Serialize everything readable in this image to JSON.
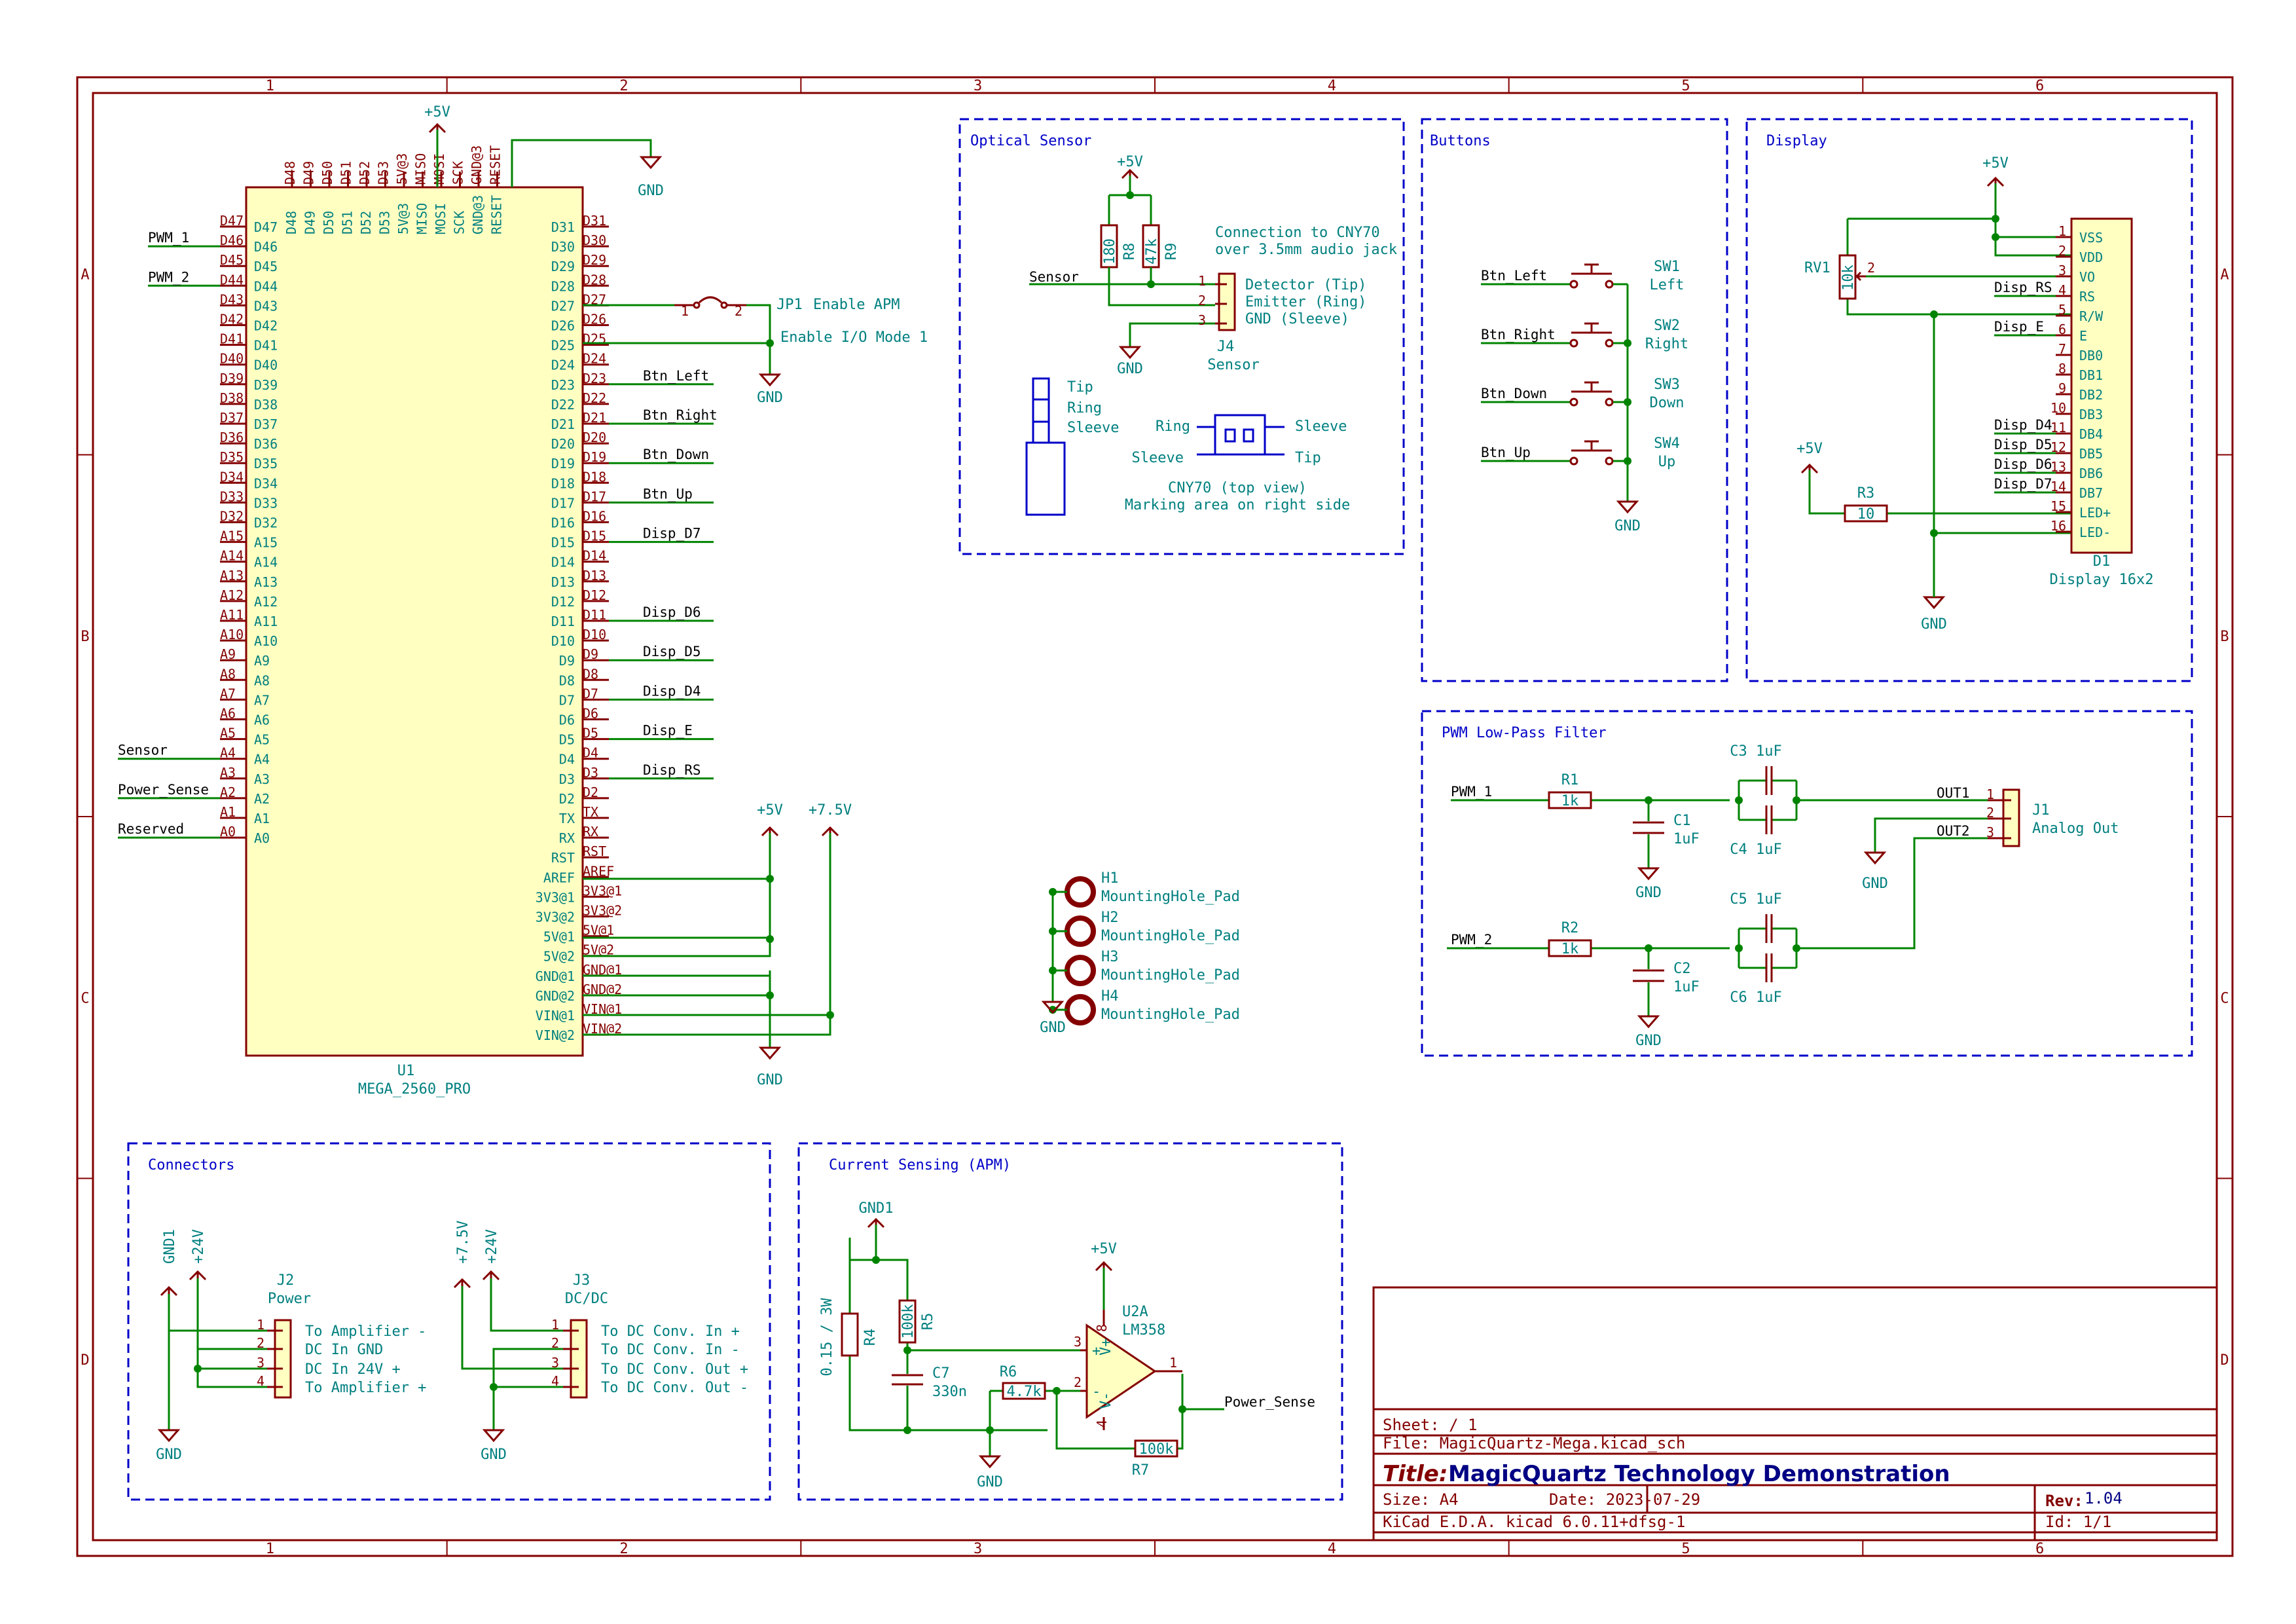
{
  "sheet": {
    "col_labels": [
      "1",
      "2",
      "3",
      "4",
      "5",
      "6"
    ],
    "row_labels": [
      "A",
      "B",
      "C",
      "D"
    ]
  },
  "title_block": {
    "sheet_label": "Sheet: / 1",
    "sheet_path": "/",
    "file_label": "File: MagicQuartz-Mega.kicad_sch",
    "title_label": "Title:",
    "title": "MagicQuartz Technology Demonstration",
    "size": "Size: A4",
    "date": "Date: 2023-07-29",
    "rev_label": "Rev:",
    "rev": "1.04",
    "tool": "KiCad E.D.A.  kicad 6.0.11+dfsg-1",
    "id": "Id: 1/1"
  },
  "mcu": {
    "ref": "U1",
    "value": "MEGA_2560_PRO",
    "top_pins": [
      "D48",
      "D49",
      "D50",
      "D51",
      "D52",
      "D53",
      "5V@3",
      "5V@3",
      "MISO",
      "MOSI",
      "SCK",
      "GND@3",
      "GND@3",
      "RESET"
    ],
    "top_pin_labels": [
      "D48",
      "D49",
      "D50",
      "D51",
      "D52",
      "D53",
      "5V@3",
      "MISO",
      "MOSI",
      "SCK",
      "GND@3",
      "RESET"
    ],
    "left_pins": [
      "D47",
      "D46",
      "D45",
      "D44",
      "D43",
      "D42",
      "D41",
      "D40",
      "D39",
      "D38",
      "D37",
      "D36",
      "D35",
      "D34",
      "D33",
      "D32",
      "A15",
      "A14",
      "A13",
      "A12",
      "A11",
      "A10",
      "A9",
      "A8",
      "A7",
      "A6",
      "A5",
      "A4",
      "A3",
      "A2",
      "A1",
      "A0"
    ],
    "right_pins": [
      "D31",
      "D30",
      "D29",
      "D28",
      "D27",
      "D26",
      "D25",
      "D24",
      "D23",
      "D22",
      "D21",
      "D20",
      "D19",
      "D18",
      "D17",
      "D16",
      "D15",
      "D14",
      "D13",
      "D12",
      "D11",
      "D10",
      "D9",
      "D8",
      "D7",
      "D6",
      "D5",
      "D4",
      "D3",
      "D2",
      "TX",
      "RX",
      "RST",
      "AREF",
      "3V3@1",
      "3V3@2",
      "5V@1",
      "5V@2",
      "GND@1",
      "GND@2",
      "VIN@1",
      "VIN@2"
    ],
    "left_nets": {
      "D46": "PWM_1",
      "D44": "PWM_2",
      "A4": "Sensor",
      "A2": "Power_Sense",
      "A0": "Reserved"
    },
    "right_nets": {
      "D23": "Btn_Left",
      "D21": "Btn_Right",
      "D19": "Btn_Down",
      "D17": "Btn_Up",
      "D15": "Disp_D7",
      "D11": "Disp_D6",
      "D9": "Disp_D5",
      "D7": "Disp_D4",
      "D5": "Disp_E",
      "D3": "Disp_RS"
    },
    "power_top": "+5V",
    "gnd": "GND",
    "jp1": {
      "ref": "JP1",
      "label": "Enable APM",
      "pin1": "1",
      "pin2": "2"
    },
    "io_mode_label": "Enable I/O Mode 1",
    "pwr_5v": "+5V",
    "pwr_75v": "+7.5V"
  },
  "optical": {
    "title": "Optical Sensor",
    "pwr": "+5V",
    "gnd": "GND",
    "r_refs": [
      "R8",
      "R9"
    ],
    "r_values": [
      "180",
      "47k"
    ],
    "net": "Sensor",
    "connector_ref": "J4",
    "connector_value": "Sensor",
    "pins": [
      "1",
      "2",
      "3"
    ],
    "pin_descs": [
      "Detector (Tip)",
      "Emitter (Ring)",
      "GND (Sleeve)"
    ],
    "connection_note": [
      "Connection to CNY70",
      "over 3.5mm audio jack"
    ],
    "jack_labels": [
      "Tip",
      "Ring",
      "Sleeve"
    ],
    "cny_left": [
      "Ring",
      "Sleeve"
    ],
    "cny_right": [
      "Sleeve",
      "Tip"
    ],
    "cny_note": [
      "CNY70 (top view)",
      "Marking area on right side"
    ]
  },
  "buttons": {
    "title": "Buttons",
    "items": [
      {
        "net": "Btn_Left",
        "ref": "SW1",
        "name": "Left"
      },
      {
        "net": "Btn_Right",
        "ref": "SW2",
        "name": "Right"
      },
      {
        "net": "Btn_Down",
        "ref": "SW3",
        "name": "Down"
      },
      {
        "net": "Btn_Up",
        "ref": "SW4",
        "name": "Up"
      }
    ],
    "gnd": "GND"
  },
  "display": {
    "title": "Display",
    "pwr": "+5V",
    "pwr2": "+5V",
    "gnd": "GND",
    "rv_ref": "RV1",
    "rv_value": "10k",
    "rv_pin": "2",
    "r_ref": "R3",
    "r_value": "10",
    "ref": "D1",
    "value": "Display 16x2",
    "pin_nums": [
      "1",
      "2",
      "3",
      "4",
      "5",
      "6",
      "7",
      "8",
      "9",
      "10",
      "11",
      "12",
      "13",
      "14",
      "15",
      "16"
    ],
    "pin_names": [
      "VSS",
      "VDD",
      "VO",
      "RS",
      "R/W",
      "E",
      "DB0",
      "DB1",
      "DB2",
      "DB3",
      "DB4",
      "DB5",
      "DB6",
      "DB7",
      "LED+",
      "LED-"
    ],
    "nets": {
      "4": "Disp_RS",
      "6": "Disp_E",
      "11": "Disp_D4",
      "12": "Disp_D5",
      "13": "Disp_D6",
      "14": "Disp_D7"
    }
  },
  "mounting": {
    "items": [
      {
        "ref": "H1",
        "value": "MountingHole_Pad"
      },
      {
        "ref": "H2",
        "value": "MountingHole_Pad"
      },
      {
        "ref": "H3",
        "value": "MountingHole_Pad"
      },
      {
        "ref": "H4",
        "value": "MountingHole_Pad"
      }
    ],
    "gnd": "GND"
  },
  "filter": {
    "title": "PWM Low-Pass Filter",
    "in1": "PWM_1",
    "in2": "PWM_2",
    "r1": {
      "ref": "R1",
      "value": "1k"
    },
    "r2": {
      "ref": "R2",
      "value": "1k"
    },
    "c1": {
      "ref": "C1",
      "value": "1uF"
    },
    "c2": {
      "ref": "C2",
      "value": "1uF"
    },
    "c3": "C3 1uF",
    "c4": "C4 1uF",
    "c5": "C5 1uF",
    "c6": "C6 1uF",
    "out1": "OUT1",
    "out2": "OUT2",
    "j_ref": "J1",
    "j_value": "Analog Out",
    "pins": [
      "1",
      "2",
      "3"
    ],
    "gnd": "GND"
  },
  "connectors": {
    "title": "Connectors",
    "j2": {
      "ref": "J2",
      "value": "Power",
      "pwr_a": "GND1",
      "pwr_b": "+24V",
      "gnd": "GND",
      "pins": [
        "1",
        "2",
        "3",
        "4"
      ],
      "descs": [
        "To Amplifier -",
        "DC In GND",
        "DC In 24V +",
        "To Amplifier +"
      ]
    },
    "j3": {
      "ref": "J3",
      "value": "DC/DC",
      "pwr_a": "+7.5V",
      "pwr_b": "+24V",
      "gnd": "GND",
      "pins": [
        "1",
        "2",
        "3",
        "4"
      ],
      "descs": [
        "To DC Conv. In +",
        "To DC Conv. In -",
        "To DC Conv. Out +",
        "To DC Conv. Out -"
      ]
    }
  },
  "current": {
    "title": "Current Sensing (APM)",
    "gnd1": "GND1",
    "gnd": "GND",
    "pwr": "+5V",
    "r4": {
      "ref": "R4",
      "value": "0.15 / 3W"
    },
    "r5": {
      "ref": "R5",
      "value": "100k"
    },
    "c7": {
      "ref": "C7",
      "value": "330n"
    },
    "r6": {
      "ref": "R6",
      "value": "4.7k"
    },
    "r7": {
      "ref": "R7",
      "value": "100k"
    },
    "u2": {
      "ref": "U2A",
      "value": "LM358"
    },
    "op_pins": [
      "3",
      "2",
      "1",
      "8",
      "4"
    ],
    "op_signs": [
      "+",
      "-"
    ],
    "op_rails": [
      "V+",
      "V-"
    ],
    "out_net": "Power_Sense"
  }
}
